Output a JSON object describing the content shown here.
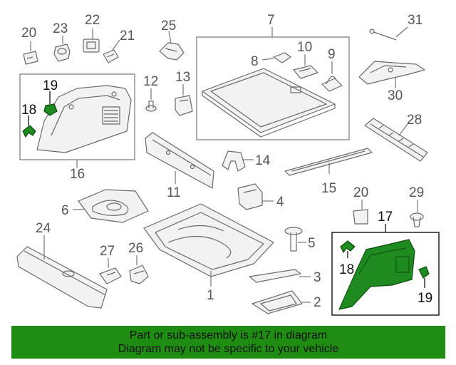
{
  "callouts": {
    "c1": "1",
    "c2": "2",
    "c3": "3",
    "c4": "4",
    "c5": "5",
    "c6": "6",
    "c7": "7",
    "c8": "8",
    "c9": "9",
    "c10": "10",
    "c11": "11",
    "c12": "12",
    "c13": "13",
    "c14": "14",
    "c15": "15",
    "c16": "16",
    "c17": "17",
    "c18a": "18",
    "c18b": "18",
    "c19a": "19",
    "c19b": "19",
    "c20a": "20",
    "c20b": "20",
    "c21": "21",
    "c22": "22",
    "c23": "23",
    "c24": "24",
    "c25": "25",
    "c26": "26",
    "c27": "27",
    "c28": "28",
    "c29": "29",
    "c30": "30",
    "c31": "31"
  },
  "highlight_color": "#1f8a1f",
  "banner": {
    "line1": "Part or sub-assembly is #17 in diagram",
    "line2": "Diagram may not be specific to your vehicle",
    "background": "#1f8c12"
  }
}
